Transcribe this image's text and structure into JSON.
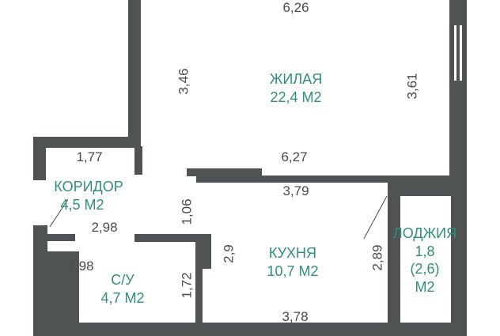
{
  "rooms": {
    "living": {
      "name": "ЖИЛАЯ",
      "area": "22,4 М2"
    },
    "corridor": {
      "name": "КОРИДОР",
      "area": "4,5 М2"
    },
    "bathroom": {
      "name": "С/У",
      "area": "4,7 М2"
    },
    "kitchen": {
      "name": "КУХНЯ",
      "area": "10,7 М2"
    },
    "loggia": {
      "name": "ЛОДЖИЯ",
      "area_line1": "1,8",
      "area_line2": "(2,6)",
      "area_line3": "М2"
    }
  },
  "dimensions": {
    "living_top": "6,26",
    "living_left": "3,46",
    "living_right": "3,61",
    "living_bottom": "6,27",
    "corridor_top": "1,77",
    "corridor_mid": "2,98",
    "corridor_side": "1,06",
    "bath_width": "2,98",
    "bath_height": "1,72",
    "kitchen_top": "3,79",
    "kitchen_bottom": "3,78",
    "kitchen_left": "2,9",
    "kitchen_right": "2,89"
  },
  "colors": {
    "wall": "#4f5353",
    "room_label": "#2f8f78",
    "dimension": "#4a4a4a"
  }
}
